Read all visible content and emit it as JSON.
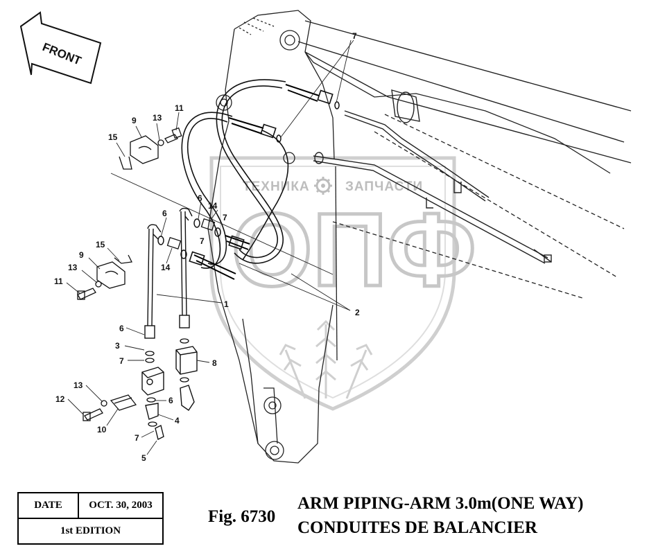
{
  "direction_label": "FRONT",
  "watermark": {
    "left_text": "ТЕХНИКА",
    "right_text": "ЗАПЧАСТИ",
    "logo_letters": "ОПФ",
    "gear": "gear-icon"
  },
  "callouts": [
    {
      "id": "c-11-top",
      "text": "11"
    },
    {
      "id": "c-13-top",
      "text": "13"
    },
    {
      "id": "c-9-top",
      "text": "9"
    },
    {
      "id": "c-15-top",
      "text": "15"
    },
    {
      "id": "c-6-a",
      "text": "6"
    },
    {
      "id": "c-6-b",
      "text": "6"
    },
    {
      "id": "c-14-a",
      "text": "14"
    },
    {
      "id": "c-7-a",
      "text": "7"
    },
    {
      "id": "c-7-b",
      "text": "7"
    },
    {
      "id": "c-15-mid",
      "text": "15"
    },
    {
      "id": "c-9-mid",
      "text": "9"
    },
    {
      "id": "c-13-mid",
      "text": "13"
    },
    {
      "id": "c-11-mid",
      "text": "11"
    },
    {
      "id": "c-14-b",
      "text": "14"
    },
    {
      "id": "c-1",
      "text": "1"
    },
    {
      "id": "c-2",
      "text": "2"
    },
    {
      "id": "c-7-top",
      "text": "7"
    },
    {
      "id": "c-6-c",
      "text": "6"
    },
    {
      "id": "c-3",
      "text": "3"
    },
    {
      "id": "c-7-c",
      "text": "7"
    },
    {
      "id": "c-8",
      "text": "8"
    },
    {
      "id": "c-13-bot",
      "text": "13"
    },
    {
      "id": "c-12",
      "text": "12"
    },
    {
      "id": "c-6-d",
      "text": "6"
    },
    {
      "id": "c-4",
      "text": "4"
    },
    {
      "id": "c-10",
      "text": "10"
    },
    {
      "id": "c-7-d",
      "text": "7"
    },
    {
      "id": "c-5",
      "text": "5"
    }
  ],
  "info_box": {
    "date_label": "DATE",
    "date_value": "OCT. 30, 2003",
    "edition": "1st EDITION"
  },
  "figure": {
    "number": "Fig. 6730",
    "title_en": "ARM PIPING-ARM 3.0m(ONE WAY)",
    "title_fr": "CONDUITES DE BALANCIER"
  }
}
